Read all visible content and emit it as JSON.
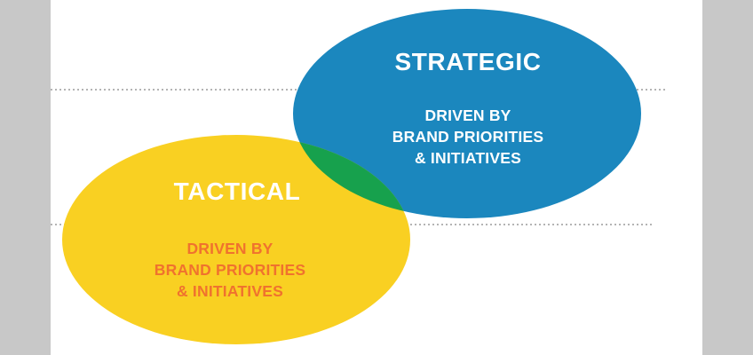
{
  "colors": {
    "canvas_gray": "#c8c8c8",
    "panel_white": "#ffffff",
    "strategic_blue": "#1b87be",
    "tactical_yellow": "#f9d022",
    "overlap_green": "#17a14d",
    "subtitle_orange": "#f0722e",
    "dotted_line_gray": "#9b9b9b",
    "title_white": "#ffffff"
  },
  "diagram": {
    "type": "venn",
    "strategic": {
      "title": "STRATEGIC",
      "lines": [
        "DRIVEN BY",
        "BRAND PRIORITIES",
        "& INITIATIVES"
      ]
    },
    "tactical": {
      "title": "TACTICAL",
      "lines": [
        "DRIVEN BY",
        "BRAND PRIORITIES",
        "& INITIATIVES"
      ]
    }
  }
}
